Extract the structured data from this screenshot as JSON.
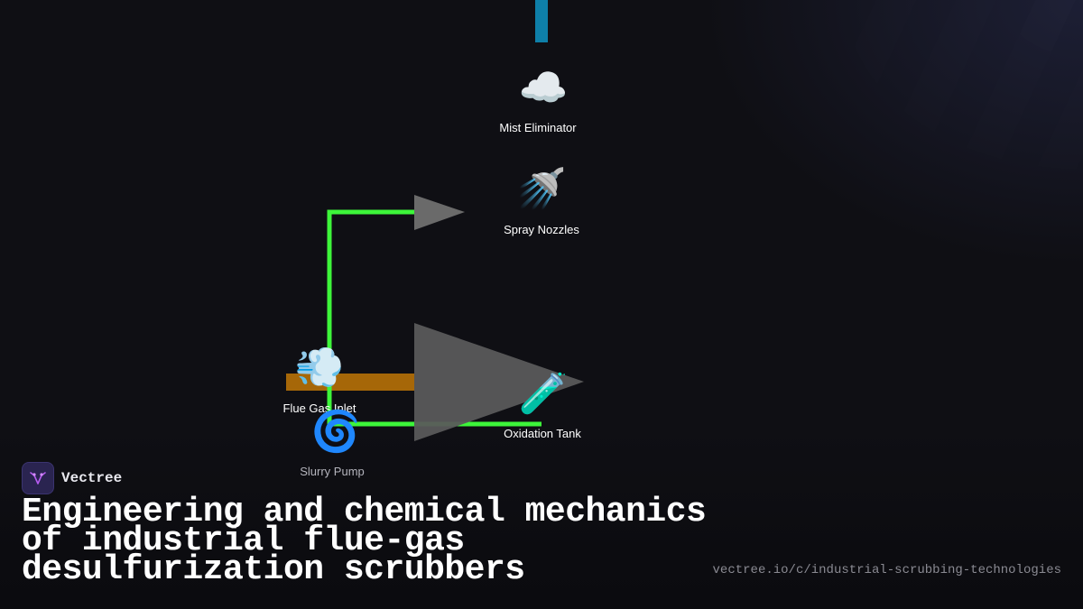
{
  "brand": {
    "name": "Vectree",
    "logo_icon": "vectree-logo-icon"
  },
  "title": "Engineering and chemical mechanics of industrial flue-gas desulfurization scrubbers",
  "url": "vectree.io/c/industrial-scrubbing-technologies",
  "nodes": {
    "mist_eliminator": {
      "label": "Mist Eliminator",
      "icon": "☁️"
    },
    "spray_nozzles": {
      "label": "Spray Nozzles",
      "icon": "🚿"
    },
    "flue_gas_inlet": {
      "label": "Flue Gas Inlet",
      "icon": "💨"
    },
    "slurry_pump": {
      "label": "Slurry Pump",
      "icon": "🌀"
    },
    "oxidation_tank": {
      "label": "Oxidation Tank",
      "icon": "🧪"
    }
  },
  "colors": {
    "background": "#0f0f14",
    "stack": "#0e7fa8",
    "flue_gas": "#a66708",
    "slurry_loop": "#3df53a",
    "arrow": "#5a5a5a",
    "logo_bg": "#2a2450",
    "logo_mark": "#b65cf0"
  }
}
